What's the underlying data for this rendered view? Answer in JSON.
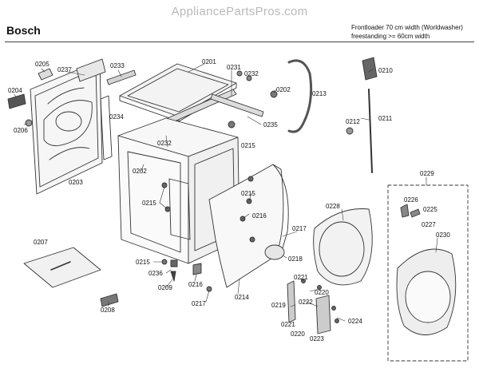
{
  "watermark": "AppliancePartsPros.com",
  "brand": "Bosch",
  "description": {
    "line1": "Frontloader 70 cm width (Worldwasher)",
    "line2": "freestanding >= 60cm width"
  },
  "parts": [
    {
      "id": "p0205",
      "text": "0205"
    },
    {
      "id": "p0237",
      "text": "0237"
    },
    {
      "id": "p0233",
      "text": "0233"
    },
    {
      "id": "p0201",
      "text": "0201"
    },
    {
      "id": "p0231",
      "text": "0231"
    },
    {
      "id": "p0232a",
      "text": "0232"
    },
    {
      "id": "p0202a",
      "text": "0202"
    },
    {
      "id": "p0213",
      "text": "0213"
    },
    {
      "id": "p0210",
      "text": "0210"
    },
    {
      "id": "p0204",
      "text": "0204"
    },
    {
      "id": "p0206",
      "text": "0206"
    },
    {
      "id": "p0234",
      "text": "0234"
    },
    {
      "id": "p0235",
      "text": "0235"
    },
    {
      "id": "p0212",
      "text": "0212"
    },
    {
      "id": "p0211",
      "text": "0211"
    },
    {
      "id": "p0232b",
      "text": "0232"
    },
    {
      "id": "p0215a",
      "text": "0215"
    },
    {
      "id": "p0202b",
      "text": "0202"
    },
    {
      "id": "p0203",
      "text": "0203"
    },
    {
      "id": "p0215b",
      "text": "0215"
    },
    {
      "id": "p0215c",
      "text": "0215"
    },
    {
      "id": "p0216a",
      "text": "0216"
    },
    {
      "id": "p0229",
      "text": "0229"
    },
    {
      "id": "p0226",
      "text": "0226"
    },
    {
      "id": "p0225",
      "text": "0225"
    },
    {
      "id": "p0227",
      "text": "0227"
    },
    {
      "id": "p0228",
      "text": "0228"
    },
    {
      "id": "p0217a",
      "text": "0217"
    },
    {
      "id": "p0230",
      "text": "0230"
    },
    {
      "id": "p0207",
      "text": "0207"
    },
    {
      "id": "p0218",
      "text": "0218"
    },
    {
      "id": "p0215d",
      "text": "0215"
    },
    {
      "id": "p0236",
      "text": "0236"
    },
    {
      "id": "p0209",
      "text": "0209"
    },
    {
      "id": "p0216b",
      "text": "0216"
    },
    {
      "id": "p0221a",
      "text": "0221"
    },
    {
      "id": "p0220a",
      "text": "0220"
    },
    {
      "id": "p0214",
      "text": "0214"
    },
    {
      "id": "p0217b",
      "text": "0217"
    },
    {
      "id": "p0219",
      "text": "0219"
    },
    {
      "id": "p0222",
      "text": "0222"
    },
    {
      "id": "p0208",
      "text": "0208"
    },
    {
      "id": "p0221b",
      "text": "0221"
    },
    {
      "id": "p0224",
      "text": "0224"
    },
    {
      "id": "p0220b",
      "text": "0220"
    },
    {
      "id": "p0223",
      "text": "0223"
    }
  ]
}
